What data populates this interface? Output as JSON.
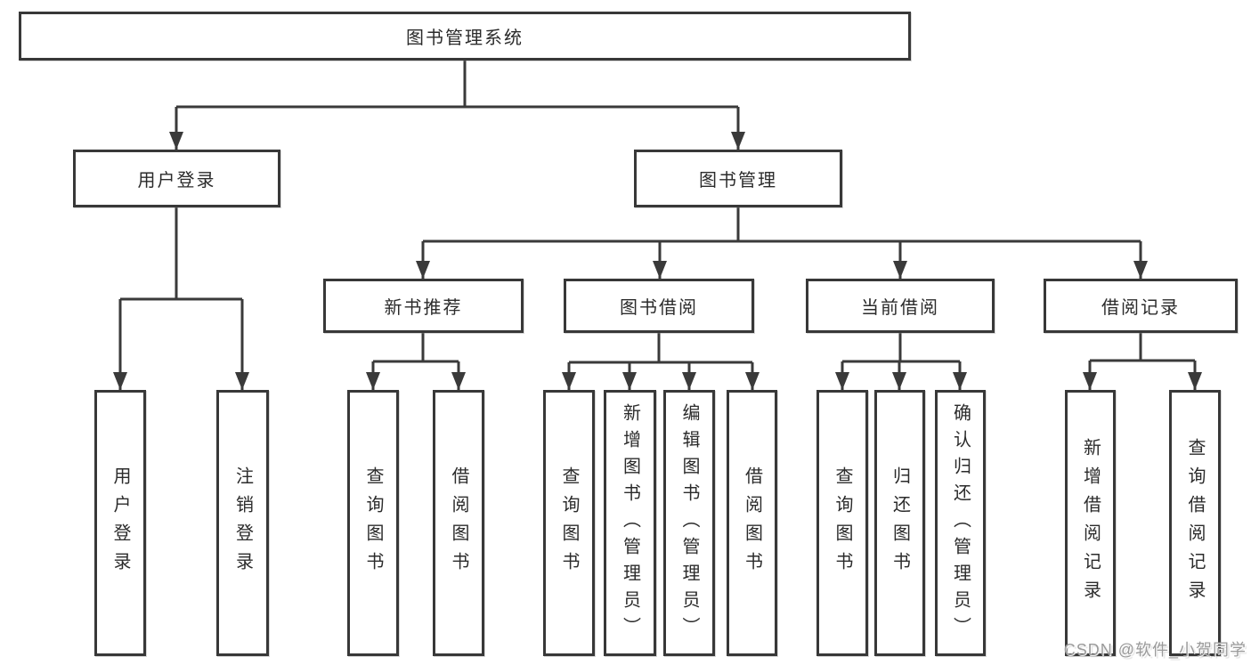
{
  "colors": {
    "line": "#3a3a3a",
    "box_border": "#383838",
    "text": "#2b2b2b",
    "watermark": "#9a9a9a",
    "background": "#ffffff"
  },
  "diagram": {
    "root": {
      "label": "图书管理系统"
    },
    "level2": {
      "user_login": {
        "label": "用户登录"
      },
      "book_management": {
        "label": "图书管理"
      }
    },
    "level3": {
      "new_book_recommend": {
        "label": "新书推荐"
      },
      "book_borrowing": {
        "label": "图书借阅"
      },
      "current_borrowing": {
        "label": "当前借阅"
      },
      "borrowing_records": {
        "label": "借阅记录"
      }
    },
    "leaves": {
      "user_login": [
        "用户登录",
        "注销登录"
      ],
      "new_book_recommend": [
        "查询图书",
        "借阅图书"
      ],
      "book_borrowing": [
        "查询图书",
        "新增图书（管理员）",
        "编辑图书（管理员）",
        "借阅图书"
      ],
      "current_borrowing": [
        "查询图书",
        "归还图书",
        "确认归还（管理员）"
      ],
      "borrowing_records": [
        "新增借阅记录",
        "查询借阅记录"
      ]
    }
  },
  "watermark": {
    "text": "CSDN @软件_小贺同学"
  }
}
